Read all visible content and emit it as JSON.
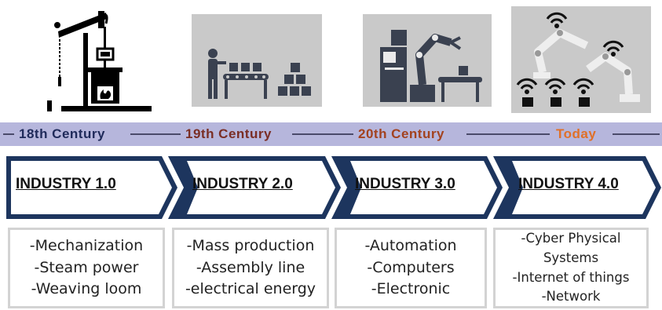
{
  "timeline": {
    "eras": [
      "18th Century",
      "19th Century",
      "20th Century",
      "Today"
    ],
    "colors": [
      "#1f2a5a",
      "#7a2e25",
      "#a3421f",
      "#e07028"
    ],
    "bar_color": "#b6b6dc"
  },
  "stages": [
    {
      "title": "INDUSTRY 1.0",
      "features": [
        "-Mechanization",
        "-Steam power",
        "-Weaving loom"
      ]
    },
    {
      "title": "INDUSTRY 2.0",
      "features": [
        "-Mass production",
        "-Assembly line",
        "-electrical energy"
      ]
    },
    {
      "title": "INDUSTRY 3.0",
      "features": [
        "-Automation",
        "-Computers",
        "-Electronic"
      ]
    },
    {
      "title": "INDUSTRY 4.0",
      "features": [
        "-Cyber Physical",
        "Systems",
        "-Internet of things",
        "-Network"
      ]
    }
  ],
  "illustrations": [
    {
      "icon": "steam-engine-icon"
    },
    {
      "icon": "assembly-line-icon"
    },
    {
      "icon": "industrial-robot-icon"
    },
    {
      "icon": "connected-robots-icon"
    }
  ],
  "accent_color": "#1d355e"
}
